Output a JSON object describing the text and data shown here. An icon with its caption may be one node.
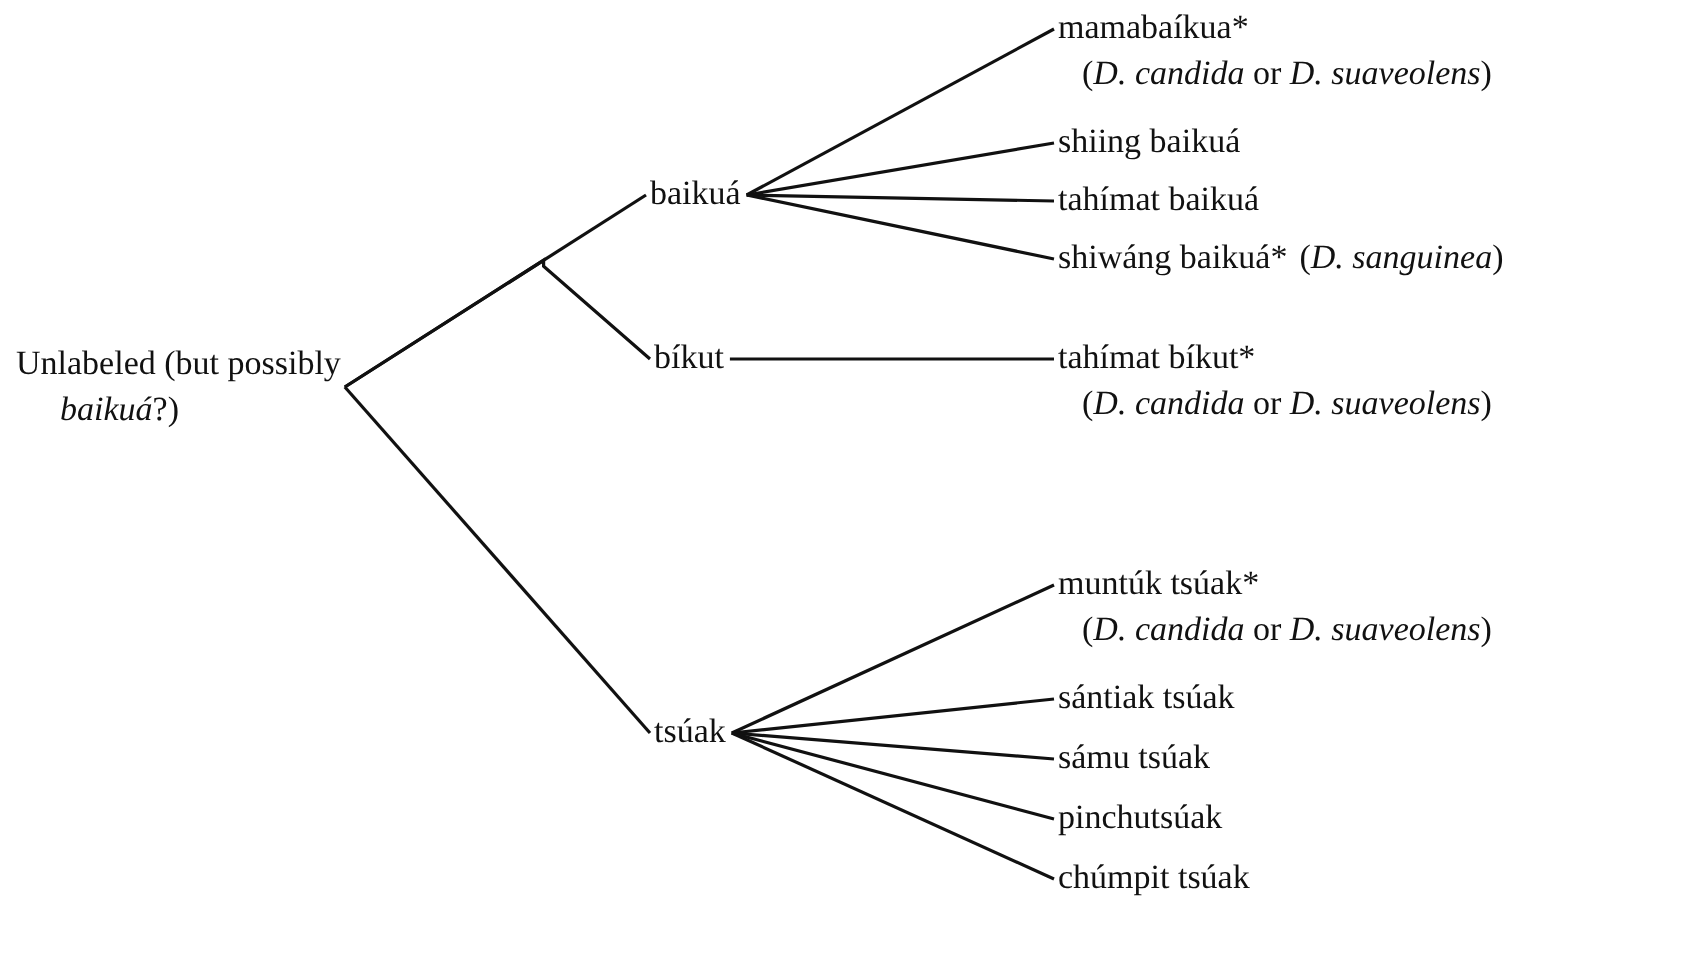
{
  "diagram": {
    "nodes": [
      {
        "text": [
          "Unlabeled (but possibly *baikuá*?)"
        ]
      },
      {
        "text": [
          "baikuá"
        ]
      },
      {
        "text": [
          "bíkut"
        ]
      },
      {
        "text": [
          "tsúak"
        ]
      },
      {
        "text": [
          "mamabaíkua*",
          "(*D. candida* or *D. suaveolens*)"
        ]
      },
      {
        "text": [
          "shiing baikuá"
        ]
      },
      {
        "text": [
          "tahímat baikuá"
        ]
      },
      {
        "text": [
          "shiwáng baikuá*",
          "(*D. sanguinea*)"
        ]
      },
      {
        "text": [
          "tahímat bíkut*",
          "(*D. candida* or *D. suaveolens*)"
        ]
      },
      {
        "text": [
          "muntúk tsúak*",
          "(*D. candida* or *D. suaveolens*)"
        ]
      },
      {
        "text": [
          "sántiak tsúak"
        ]
      },
      {
        "text": [
          "sámu tsúak"
        ]
      },
      {
        "text": [
          "pinchutsúak"
        ]
      },
      {
        "text": [
          "chúmpit tsúak"
        ]
      }
    ],
    "edges": [
      {
        "from": 0,
        "to": 1,
        "arrow": "none"
      },
      {
        "from": 0,
        "to": 2,
        "arrow": "none"
      },
      {
        "from": 0,
        "to": 3,
        "arrow": "none"
      },
      {
        "from": 1,
        "to": 4,
        "arrow": "none"
      },
      {
        "from": 1,
        "to": 5,
        "arrow": "none"
      },
      {
        "from": 1,
        "to": 6,
        "arrow": "none"
      },
      {
        "from": 1,
        "to": 7,
        "arrow": "none"
      },
      {
        "from": 2,
        "to": 8,
        "arrow": "none"
      },
      {
        "from": 3,
        "to": 9,
        "arrow": "none"
      },
      {
        "from": 3,
        "to": 10,
        "arrow": "none"
      },
      {
        "from": 3,
        "to": 11,
        "arrow": "none"
      },
      {
        "from": 3,
        "to": 12,
        "arrow": "none"
      },
      {
        "from": 3,
        "to": 13,
        "arrow": "none"
      }
    ]
  }
}
